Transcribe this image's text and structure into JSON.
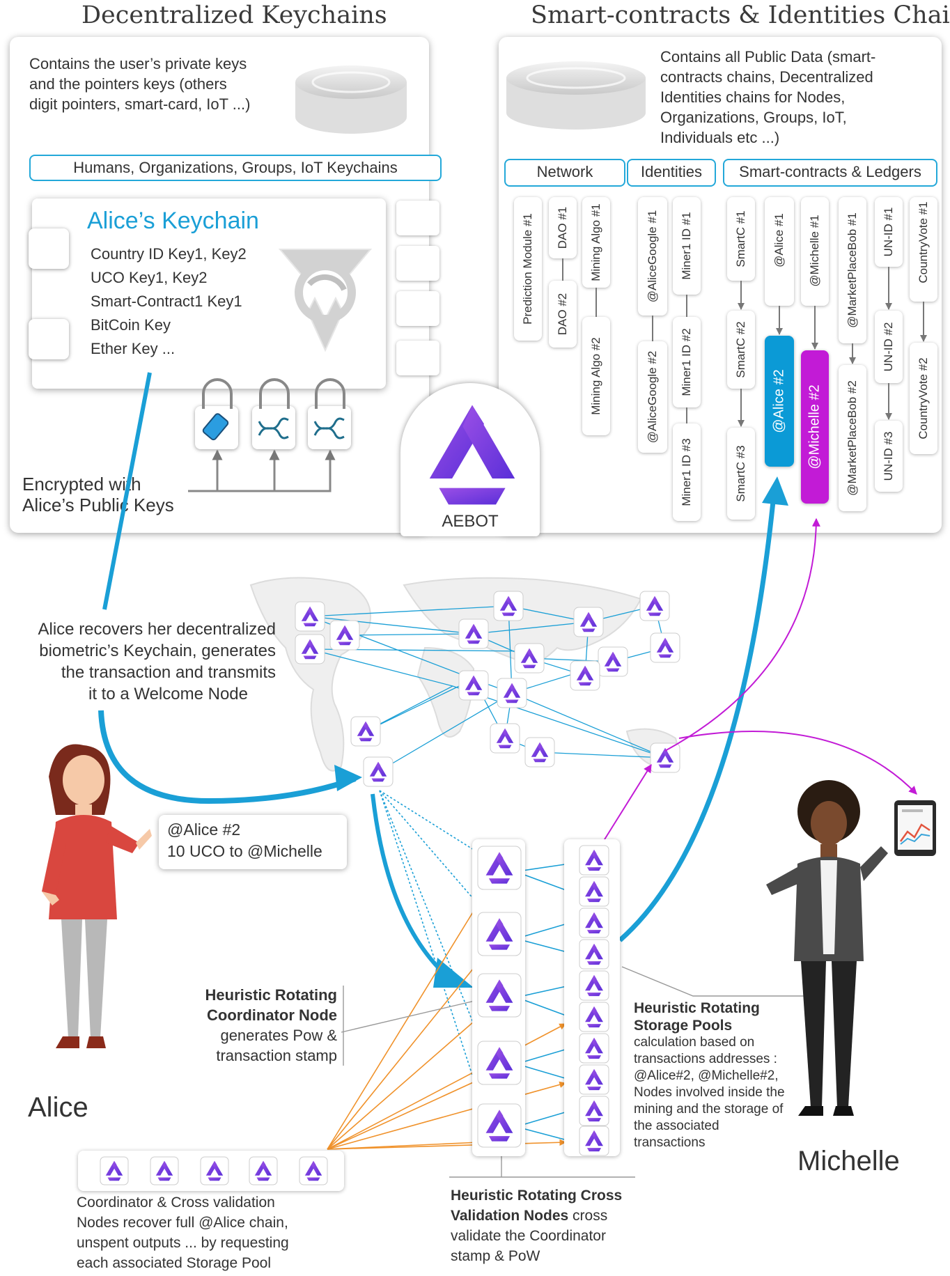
{
  "titles": {
    "left": "Decentralized  Keychains",
    "right": "Smart-contracts & Identities Chains"
  },
  "keychains_panel": {
    "description": [
      "Contains the user’s private keys",
      "and the pointers keys (others",
      "digit pointers, smart-card, IoT  ...)"
    ],
    "category_label": "Humans, Organizations, Groups, IoT Keychains",
    "keychain_title": "Alice’s Keychain",
    "keys": [
      "Country ID Key1, Key2",
      "UCO Key1, Key2",
      "Smart-Contract1 Key1",
      "BitCoin Key",
      "Ether Key ..."
    ],
    "encrypted_note": [
      "Encrypted with",
      "Alice’s Public Keys"
    ]
  },
  "chains_panel": {
    "description": [
      "Contains all Public Data (smart-",
      "contracts chains, Decentralized",
      "Identities chains for Nodes,",
      "Organizations, Groups, IoT,",
      "Individuals etc ...)"
    ],
    "categories": [
      "Network",
      "Identities",
      "Smart-contracts & Ledgers"
    ],
    "chains": [
      [
        "Prediction Module #1"
      ],
      [
        "DAO #1",
        "DAO #2"
      ],
      [
        "Mining Algo #1",
        "Mining Algo #2"
      ],
      [
        "@AliceGoogle #1",
        "@AliceGoogle #2"
      ],
      [
        "Miner1 ID #1",
        "Miner1 ID #2",
        "Miner1 ID #3"
      ],
      [
        "SmartC #1",
        "SmartC #2",
        "SmartC #3"
      ],
      [
        "@Alice #1",
        "@Alice #2"
      ],
      [
        "@Michelle #1",
        "@Michelle #2"
      ],
      [
        "@MarketPlaceBob #1",
        "@MarketPlaceBob #2"
      ],
      [
        "UN-ID #1",
        "UN-ID #2",
        "UN-ID #3"
      ],
      [
        "CountryVote #1",
        "CountryVote #2"
      ]
    ]
  },
  "aebot_label": "AEBOT",
  "alice_recovers": [
    "Alice recovers her decentralized",
    "biometric’s Keychain, generates",
    "the transaction and transmits",
    "it to a Welcome Node"
  ],
  "transaction": [
    "@Alice #2",
    "10 UCO to @Michelle"
  ],
  "person_alice": "Alice",
  "person_michelle": "Michelle",
  "coordinator_note": [
    "Heuristic Rotating",
    "Coordinator Node",
    "generates Pow &",
    "transaction stamp"
  ],
  "storage_note": {
    "title": [
      "Heuristic Rotating",
      "Storage Pools"
    ],
    "body": [
      "calculation based on",
      "transactions addresses :",
      "@Alice#2, @Michelle#2,",
      "Nodes involved inside the",
      "mining and the storage of",
      "the associated",
      "transactions"
    ]
  },
  "cross_note": {
    "title": [
      "Heuristic Rotating Cross",
      "Validation Nodes"
    ],
    "body_first": " cross",
    "body": [
      "validate the Coordinator",
      "stamp & PoW"
    ]
  },
  "recover_note": [
    "Coordinator & Cross validation",
    "Nodes recover full @Alice chain,",
    "unspent outputs ... by requesting",
    "each associated Storage Pool"
  ],
  "colors": {
    "accent_blue": "#1a9fd6",
    "alice_chain": "#0b9ad6",
    "michelle_chain": "#c21bd6",
    "orange_arrows": "#f0922b",
    "purple_logo": "#7a3ee8"
  },
  "icons": [
    "server-disk-icon",
    "aeternity-logo-icon",
    "lock-icon",
    "phone-icon",
    "dna-icon",
    "aebot-logo-icon",
    "world-map",
    "woman-alice",
    "woman-michelle",
    "tablet-chart-icon"
  ]
}
